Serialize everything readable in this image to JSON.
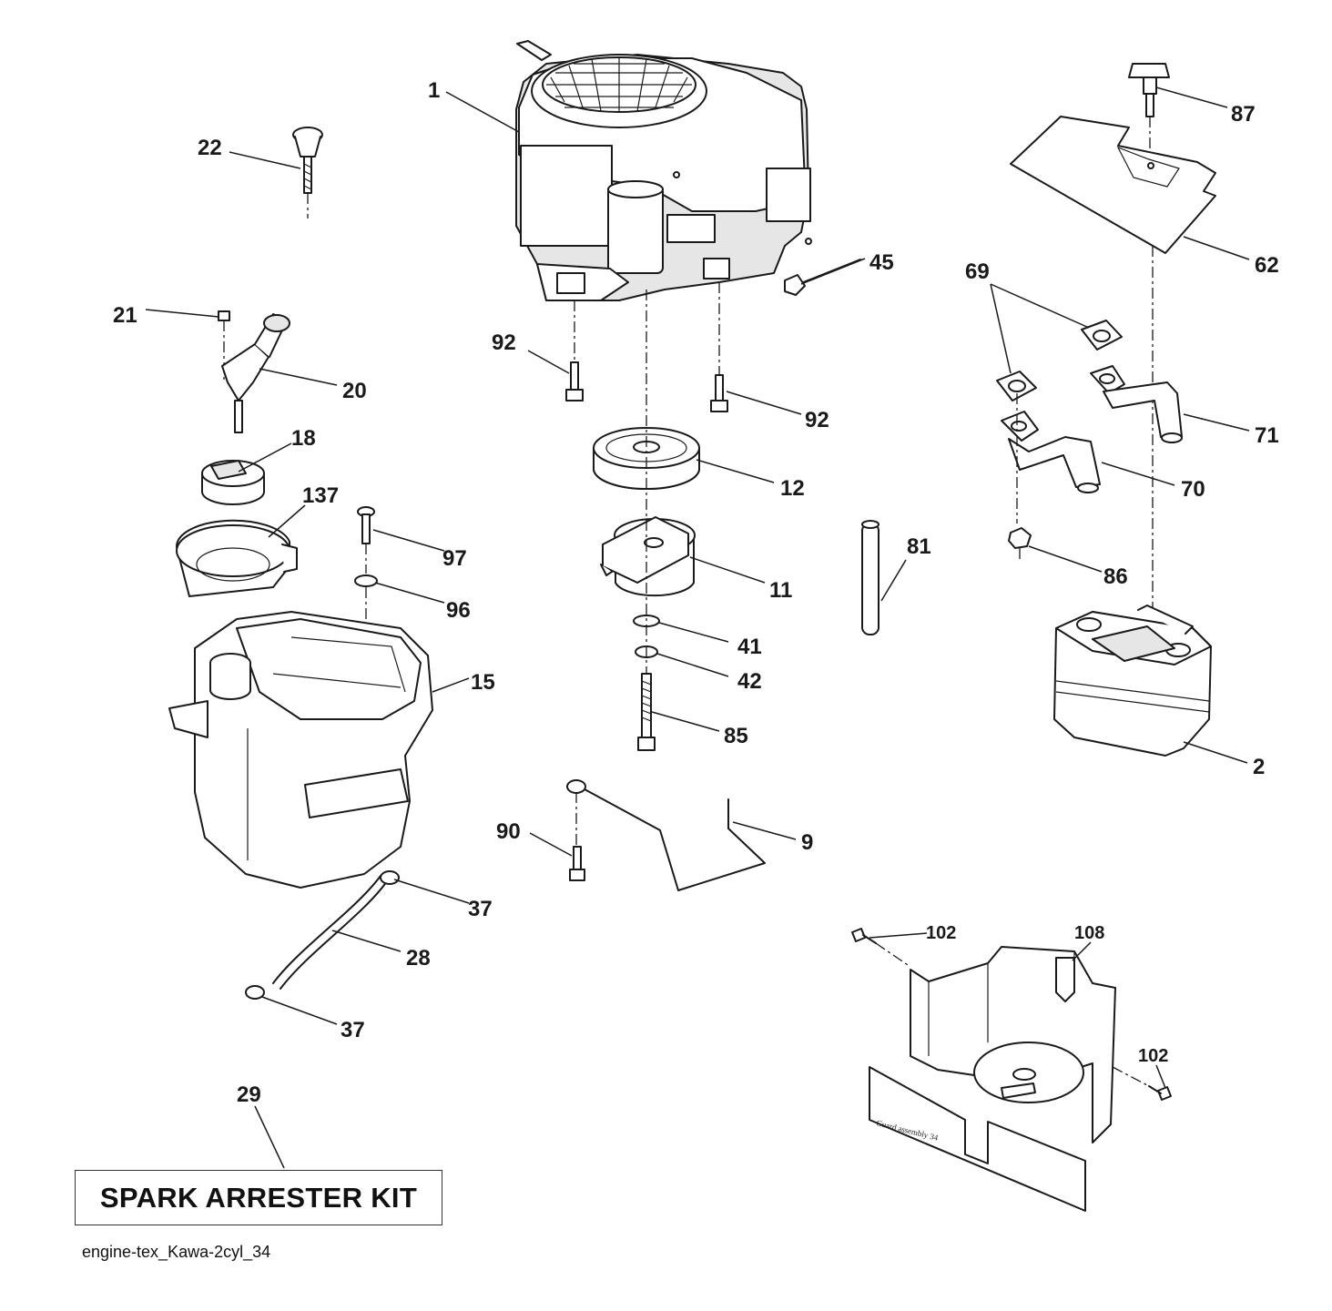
{
  "diagram": {
    "kit_label": "SPARK ARRESTER KIT",
    "footer_ref": "engine-tex_Kawa-2cyl_34",
    "guard_stamp": "Guard assembly 34",
    "callouts": {
      "c1": "1",
      "c22": "22",
      "c21": "21",
      "c20": "20",
      "c18": "18",
      "c137": "137",
      "c97": "97",
      "c96": "96",
      "c15": "15",
      "c37a": "37",
      "c28": "28",
      "c37b": "37",
      "c29": "29",
      "c92a": "92",
      "c92b": "92",
      "c45": "45",
      "c12": "12",
      "c11": "11",
      "c41": "41",
      "c42": "42",
      "c85": "85",
      "c90": "90",
      "c9": "9",
      "c81": "81",
      "c87": "87",
      "c62": "62",
      "c69": "69",
      "c71": "71",
      "c70": "70",
      "c86": "86",
      "c2": "2",
      "c102a": "102",
      "c108": "108",
      "c102b": "102"
    }
  }
}
